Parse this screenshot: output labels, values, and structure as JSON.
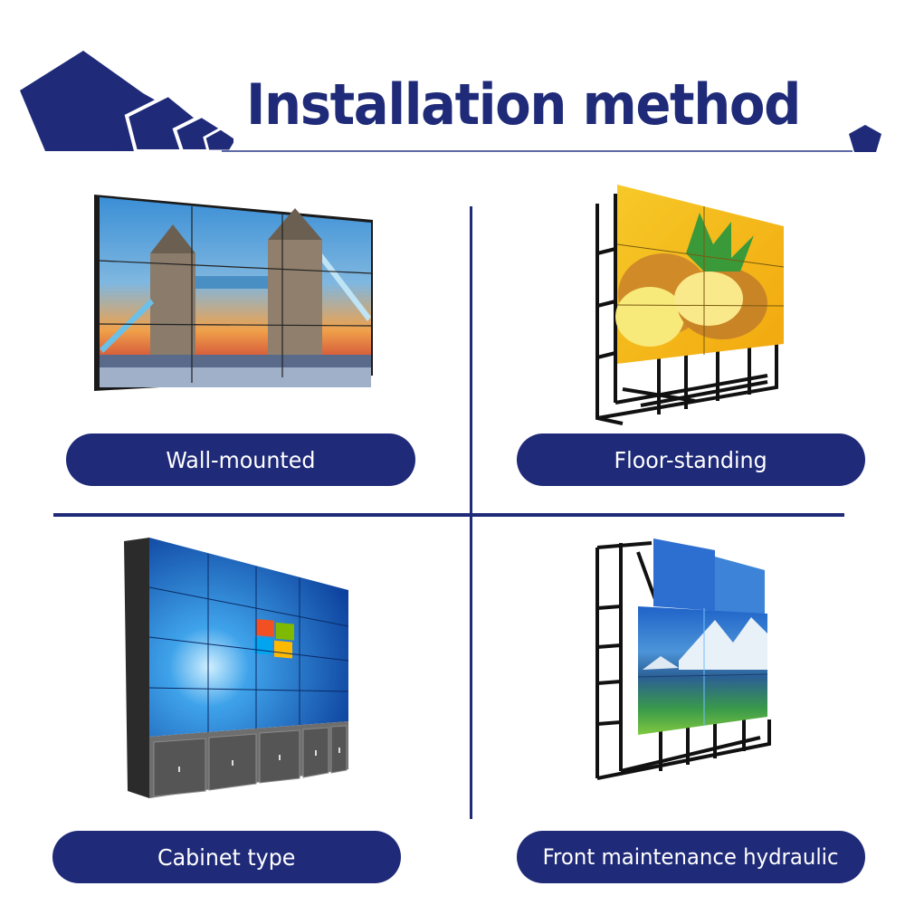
{
  "header": {
    "title": "Installation method",
    "logo_icon": "stacked-pentagons-icon",
    "accent_icon": "pentagon-icon"
  },
  "colors": {
    "primary_navy": "#1f2a78",
    "underline": "#5d6aa6",
    "label_text": "#ffffff",
    "background": "#ffffff"
  },
  "methods": [
    {
      "label": "Wall-mounted",
      "image": "video-wall-tower-bridge",
      "grid": "3x3"
    },
    {
      "label": "Floor-standing",
      "image": "video-wall-pineapple-on-floor-stand",
      "grid": "3x3"
    },
    {
      "label": "Cabinet type",
      "image": "video-wall-windows7-with-cabinets",
      "grid": "5x4"
    },
    {
      "label": "Front maintenance hydraulic",
      "image": "video-wall-mountains-on-hydraulic-bracket",
      "grid": "3x3"
    }
  ]
}
